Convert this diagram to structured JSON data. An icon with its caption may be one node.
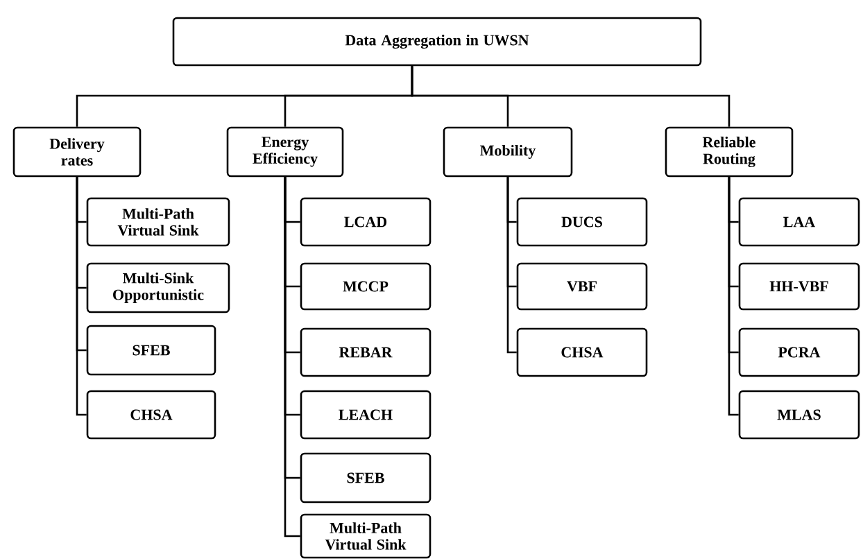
{
  "diagram": {
    "nodes": [
      {
        "text": [
          "Data Aggregation  in UWSN"
        ]
      },
      {
        "text": [
          "Delivery rates"
        ]
      },
      {
        "text": [
          "Energy Efficiency"
        ]
      },
      {
        "text": [
          "Mobility"
        ]
      },
      {
        "text": [
          "Reliable Routing"
        ]
      },
      {
        "text": [
          "Multi-Path Virtual Sink"
        ]
      },
      {
        "text": [
          "Multi-Sink Opportunistic"
        ]
      },
      {
        "text": [
          "SFEB"
        ]
      },
      {
        "text": [
          "CHSA"
        ]
      },
      {
        "text": [
          "LCAD"
        ]
      },
      {
        "text": [
          "MCCP"
        ]
      },
      {
        "text": [
          "REBAR"
        ]
      },
      {
        "text": [
          "LEACH"
        ]
      },
      {
        "text": [
          "SFEB"
        ]
      },
      {
        "text": [
          "Multi-Path Virtual Sink"
        ]
      },
      {
        "text": [
          "DUCS"
        ]
      },
      {
        "text": [
          "VBF"
        ]
      },
      {
        "text": [
          "CHSA"
        ]
      },
      {
        "text": [
          "LAA"
        ]
      },
      {
        "text": [
          "HH-VBF"
        ]
      },
      {
        "text": [
          "PCRA"
        ]
      },
      {
        "text": [
          "MLAS"
        ]
      }
    ],
    "edges": [
      {
        "from": 0,
        "to": 1,
        "arrow": "none"
      },
      {
        "from": 0,
        "to": 2,
        "arrow": "none"
      },
      {
        "from": 0,
        "to": 3,
        "arrow": "none"
      },
      {
        "from": 0,
        "to": 4,
        "arrow": "none"
      },
      {
        "from": 1,
        "to": 5,
        "arrow": "none"
      },
      {
        "from": 1,
        "to": 6,
        "arrow": "none"
      },
      {
        "from": 1,
        "to": 7,
        "arrow": "none"
      },
      {
        "from": 1,
        "to": 8,
        "arrow": "none"
      },
      {
        "from": 2,
        "to": 9,
        "arrow": "none"
      },
      {
        "from": 2,
        "to": 10,
        "arrow": "none"
      },
      {
        "from": 2,
        "to": 11,
        "arrow": "none"
      },
      {
        "from": 2,
        "to": 12,
        "arrow": "none"
      },
      {
        "from": 2,
        "to": 13,
        "arrow": "none"
      },
      {
        "from": 2,
        "to": 14,
        "arrow": "none"
      },
      {
        "from": 3,
        "to": 15,
        "arrow": "none"
      },
      {
        "from": 3,
        "to": 16,
        "arrow": "none"
      },
      {
        "from": 3,
        "to": 17,
        "arrow": "none"
      },
      {
        "from": 4,
        "to": 18,
        "arrow": "none"
      },
      {
        "from": 4,
        "to": 19,
        "arrow": "none"
      },
      {
        "from": 4,
        "to": 20,
        "arrow": "none"
      },
      {
        "from": 4,
        "to": 21,
        "arrow": "none"
      }
    ]
  }
}
